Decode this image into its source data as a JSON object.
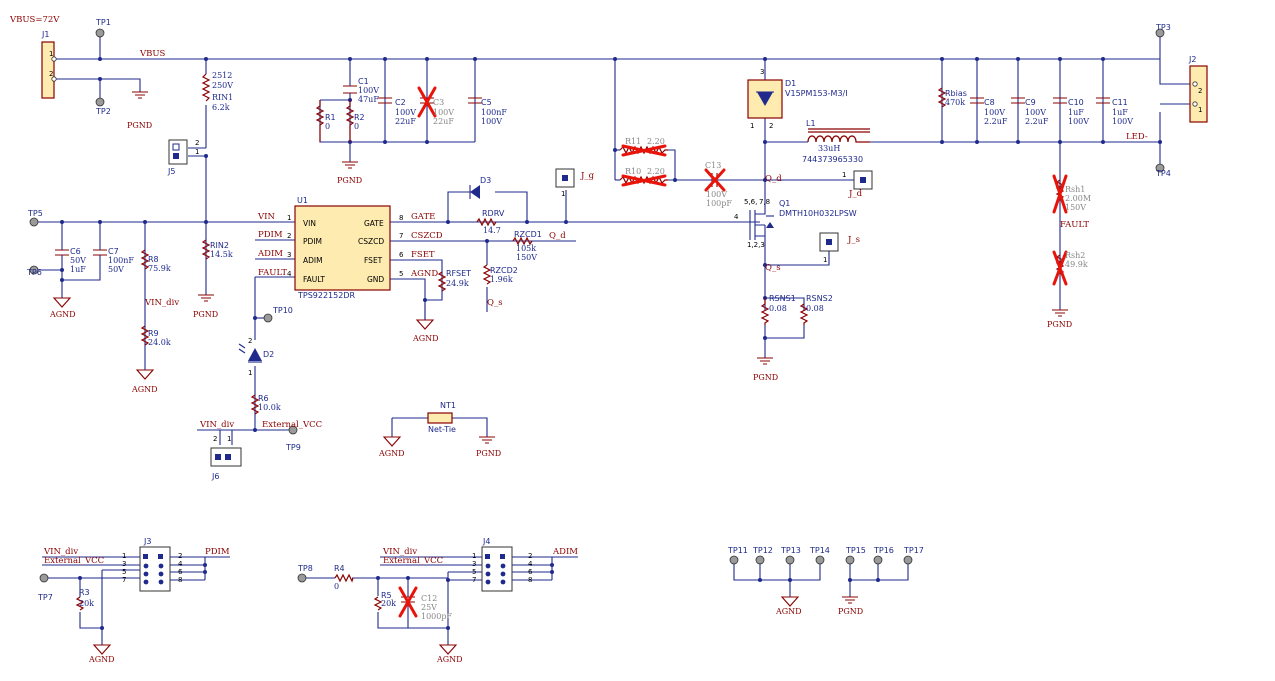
{
  "connectors": {
    "j1": "J1",
    "j2": "J2",
    "j3": "J3",
    "j4": "J4",
    "j5": "J5",
    "j6": "J6",
    "pin1": "1",
    "pin2": "2",
    "pin3": "3",
    "pin4": "4",
    "pin5": "5",
    "pin6": "6",
    "pin7": "7",
    "pin8": "8"
  },
  "test_points": {
    "tp1": "TP1",
    "tp2": "TP2",
    "tp3": "TP3",
    "tp4": "TP4",
    "tp5": "TP5",
    "tp6": "TP6",
    "tp7": "TP7",
    "tp8": "TP8",
    "tp9": "TP9",
    "tp10": "TP10",
    "tp11": "TP11",
    "tp12": "TP12",
    "tp13": "TP13",
    "tp14": "TP14",
    "tp15": "TP15",
    "tp16": "TP16",
    "tp17": "TP17"
  },
  "nets": {
    "vbus72": "VBUS=72V",
    "vbus": "VBUS",
    "vin": "VIN",
    "vin_div": "VIN_div",
    "led_minus": "LED-",
    "fault": "FAULT",
    "ext_vcc": "External_VCC",
    "pdim": "PDIM",
    "adim": "ADIM",
    "gate": "GATE",
    "cszcd": "CSZCD",
    "fset": "FSET",
    "agnd_net": "AGND",
    "q_d": "Q_d",
    "q_s": "Q_s",
    "j_g": "J_g",
    "j_d": "J_d",
    "j_s": "J_s",
    "pgnd": "PGND",
    "agnd": "AGND"
  },
  "components": {
    "u1": {
      "ref": "U1",
      "part": "TPS92215​2DR",
      "pins": {
        "vin": "VIN",
        "pdim": "PDIM",
        "adim": "ADIM",
        "fault": "FAULT",
        "gate": "GATE",
        "cszcd": "CSZCD",
        "fset": "FSET",
        "gnd": "GND"
      }
    },
    "c1": {
      "ref": "C1",
      "v": "100V",
      "val": "47uF"
    },
    "c2": {
      "ref": "C2",
      "v": "100V",
      "val": "22uF"
    },
    "c3": {
      "ref": "C3",
      "v": "100V",
      "val": "22uF"
    },
    "c5": {
      "ref": "C5",
      "v": "100nF",
      "val": "100V"
    },
    "c6": {
      "ref": "C6",
      "v": "50V",
      "val": "1uF"
    },
    "c7": {
      "ref": "C7",
      "v": "100nF",
      "val": "50V"
    },
    "c8": {
      "ref": "C8",
      "v": "100V",
      "val": "2.2uF"
    },
    "c9": {
      "ref": "C9",
      "v": "100V",
      "val": "2.2uF"
    },
    "c10": {
      "ref": "C10",
      "v": "1uF",
      "val": "100V"
    },
    "c11": {
      "ref": "C11",
      "v": "1uF",
      "val": "100V"
    },
    "c12": {
      "ref": "C12",
      "v": "25V",
      "val": "1000pF"
    },
    "c13": {
      "ref": "C13",
      "v": "100V",
      "val": "100pF"
    },
    "r1": {
      "ref": "R1",
      "val": "0"
    },
    "r2": {
      "ref": "R2",
      "val": "0"
    },
    "r3": {
      "ref": "R3",
      "val": "20k"
    },
    "r4": {
      "ref": "R4",
      "val": "0"
    },
    "r5": {
      "ref": "R5",
      "val": "20k"
    },
    "r6": {
      "ref": "R6",
      "val": "10.0k"
    },
    "r8": {
      "ref": "R8",
      "val": "75.9k"
    },
    "r9": {
      "ref": "R9",
      "val": "24.0k"
    },
    "r10": {
      "ref": "R10",
      "val": "2.20"
    },
    "r11": {
      "ref": "R11",
      "val": "2.20"
    },
    "rin1": {
      "ref": "RIN1",
      "size": "2512",
      "v": "250V",
      "val": "6.2k"
    },
    "rin2": {
      "ref": "RIN2",
      "val": "14.5k"
    },
    "rdrv": {
      "ref": "RDRV",
      "val": "14.7"
    },
    "rzcd1": {
      "ref": "RZCD1",
      "val": "105k",
      "v": "150V"
    },
    "rzcd2": {
      "ref": "RZCD2",
      "val": "1.96k"
    },
    "rfset": {
      "ref": "RFSET",
      "val": "24.9k"
    },
    "rbias": {
      "ref": "Rbias",
      "val": "470k"
    },
    "rsns1": {
      "ref": "RSNS1",
      "val": "0.08"
    },
    "rsns2": {
      "ref": "RSNS2",
      "val": "0.08"
    },
    "rsh1": {
      "ref": "Rsh1",
      "val": "2.00M",
      "v": "150V"
    },
    "rsh2": {
      "ref": "Rsh2",
      "val": "49.9k"
    },
    "d1": {
      "ref": "D1",
      "part": "V15PM153-M3/I"
    },
    "d2": {
      "ref": "D2"
    },
    "d3": {
      "ref": "D3"
    },
    "l1": {
      "ref": "L1",
      "val": "33uH",
      "part": "744373965330"
    },
    "q1": {
      "ref": "Q1",
      "part": "DMTH10H032LPSW",
      "pins_top": "5,6,",
      "pins_top2": "7,8",
      "pins_bot": "1,2,3",
      "pin_g": "4"
    },
    "nt1": {
      "ref": "NT1",
      "part": "Net-Tie"
    }
  },
  "colors": {
    "wire": "#1f2a8c",
    "net_label": "#8b0000",
    "dnp_cross": "#e8140a",
    "connector_fill": "#fdebb0"
  }
}
